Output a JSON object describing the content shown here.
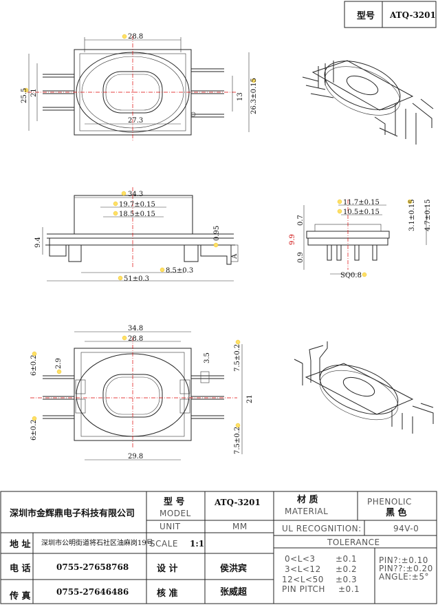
{
  "header": {
    "model_label": "型号",
    "model_value": "ATQ-3201"
  },
  "top_view": {
    "width_top": "28.8",
    "height_outer": "25.5",
    "height_inner": "21",
    "width_bottom": "27.3",
    "right_13": "13",
    "right_26": "26.3±0.15"
  },
  "side_view": {
    "w34": "34.3",
    "w19": "19.7±0.15",
    "w18": "18.5±0.15",
    "h94": "9.4",
    "d095": "0.95",
    "d85": "8.5±0.3",
    "w51": "51±0.3",
    "mark_a": "A"
  },
  "end_view": {
    "w117": "11.7±0.15",
    "w105": "10.5±0.15",
    "h07": "0.7",
    "h99": "9.9",
    "h09": "0.9",
    "sq": "SQ0.8",
    "h31": "3.1±0.15",
    "h47": "4.7±0.15"
  },
  "bottom_view": {
    "w348": "34.8",
    "w288": "28.8",
    "w298": "29.8",
    "l6a": "6±0.2",
    "l29": "2.9",
    "l6b": "6±0.2",
    "r35": "3.5",
    "r75a": "7.5±0.2",
    "r21": "21",
    "r75b": "7.5±0.2"
  },
  "title_block": {
    "company": "深圳市金辉鼎电子科技有限公司",
    "model_cn": "型 号",
    "model_en": "MODEL",
    "model_value": "ATQ-3201",
    "material_cn": "材 质",
    "material_en": "MATERIAL",
    "material_value": "PHENOLIC",
    "color_value": "黑 色",
    "unit_label": "UNIT",
    "unit_value": "MM",
    "ul_label": "UL RECOGNITION:",
    "ul_value": "94V-0",
    "address_label": "地 址",
    "address_value": "深圳市公明街道将石社区油麻岗19号",
    "scale_label": "SCALE",
    "scale_value": "1:1",
    "tolerance_label": "TOLERANCE",
    "tol_1": "0<L<3",
    "tol_1v": "±0.1",
    "tol_2": "3<L<12",
    "tol_2v": "±0.2",
    "tol_3": "12<L<50",
    "tol_3v": "±0.3",
    "pin_pitch": "PIN PITCH",
    "pin_pitch_v": "±0.1",
    "pin_a": "PIN?:±0.10",
    "pin_b": "PIN??:±0.20",
    "angle": "ANGLE:±5°",
    "phone_label": "电 话",
    "phone_value": "0755-27658768",
    "design_label": "设 计",
    "design_value": "侯洪宾",
    "fax_label": "传 真",
    "fax_value": "0755-27646486",
    "approve_label": "核 准",
    "approve_value": "张威超"
  }
}
